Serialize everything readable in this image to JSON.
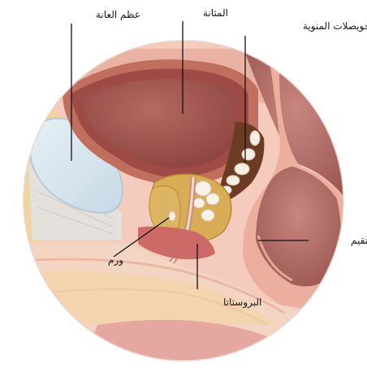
{
  "labels": {
    "pubic_bone": "عظم العانة",
    "bladder": "المثانة",
    "seminal_vesicles": "الحويصلات المنوية",
    "tumor": "ورم",
    "prostate": "البروستاتا",
    "rectum": "المستقيم"
  },
  "colors": {
    "background": "#ffffff",
    "tissue_pink": "#f2c7ba",
    "fat_yellow": "#f1d59f",
    "bladder_wall": "#9e4a45",
    "bladder_lumen": "#a55c55",
    "bone_blue": "#d7e6ef",
    "prostate": "#d8ad55",
    "rectum": "#b87571",
    "leader_line": "#111111"
  }
}
